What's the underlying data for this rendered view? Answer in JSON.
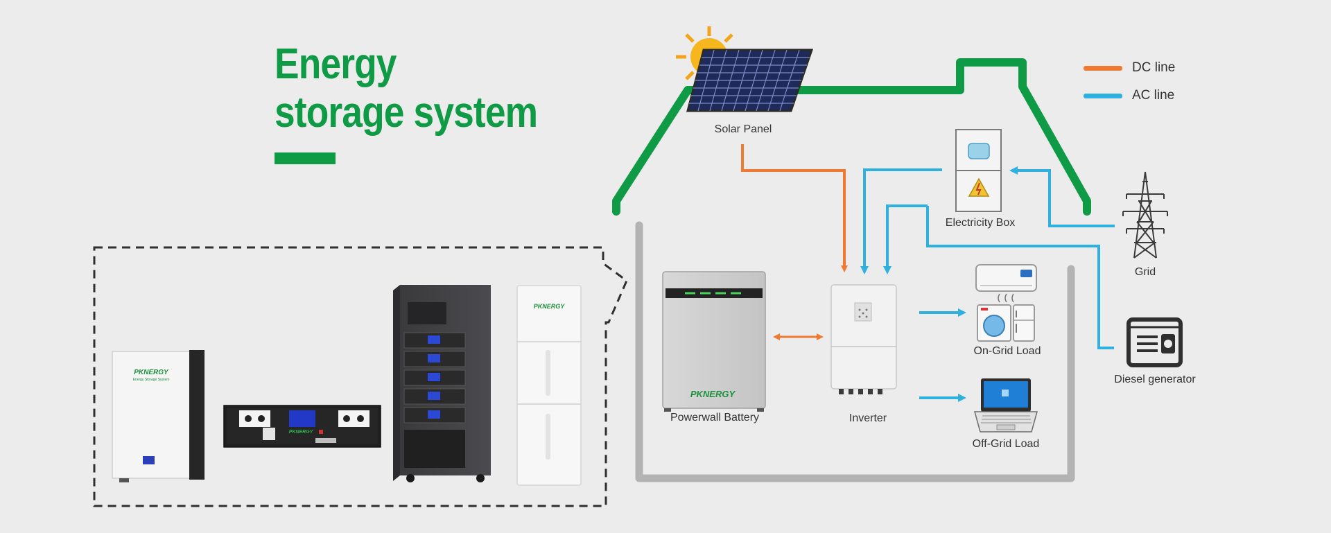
{
  "title": {
    "line1": "Energy",
    "line2": "storage system"
  },
  "legend": [
    {
      "label": "DC line",
      "color": "#f07a32"
    },
    {
      "label": "AC line",
      "color": "#2fb0de"
    }
  ],
  "labels": {
    "solar_panel": "Solar Panel",
    "electricity_box": "Electricity Box",
    "grid": "Grid",
    "diesel_generator": "Diesel generator",
    "powerwall_battery": "Powerwall Battery",
    "inverter": "Inverter",
    "on_grid_load": "On-Grid Load",
    "off_grid_load": "Off-Grid Load"
  },
  "brand": {
    "name": "PKNERGY",
    "tagline": "Energy Storage System"
  },
  "colors": {
    "green": "#0f9a46",
    "dc": "#f07a32",
    "ac": "#2fb0de",
    "gray_frame": "#b3b3b3"
  }
}
